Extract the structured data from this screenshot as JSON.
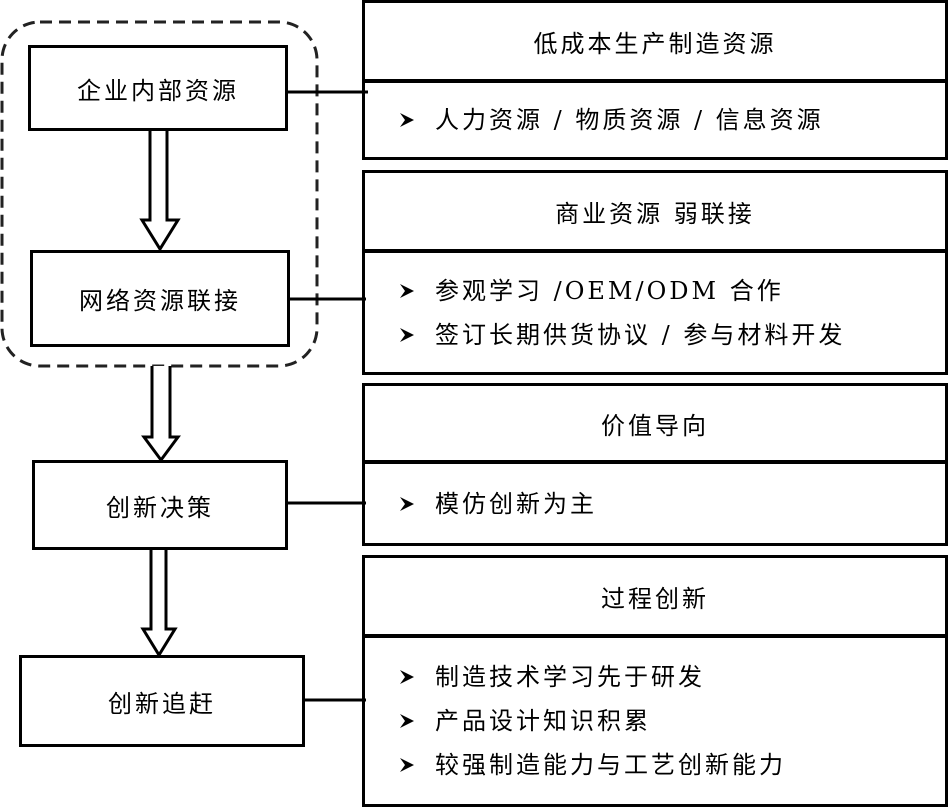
{
  "diagram": {
    "group_label": "",
    "left_nodes": [
      {
        "label": "企业内部资源"
      },
      {
        "label": "网络资源联接"
      },
      {
        "label": "创新决策"
      },
      {
        "label": "创新追赶"
      }
    ],
    "right_panels": [
      {
        "title": "低成本生产制造资源",
        "items": [
          "人力资源 / 物质资源 / 信息资源"
        ]
      },
      {
        "title": "商业资源 弱联接",
        "items": [
          "参观学习 /OEM/ODM 合作",
          "签订长期供货协议 / 参与材料开发"
        ]
      },
      {
        "title": "价值导向",
        "items": [
          "模仿创新为主"
        ]
      },
      {
        "title": "过程创新",
        "items": [
          "制造技术学习先于研发",
          "产品设计知识积累",
          "较强制造能力与工艺创新能力"
        ]
      }
    ],
    "bullet_icon": "arrowhead-bullet",
    "colors": {
      "line": "#000000",
      "background": "#ffffff",
      "dash": "#222222"
    }
  }
}
